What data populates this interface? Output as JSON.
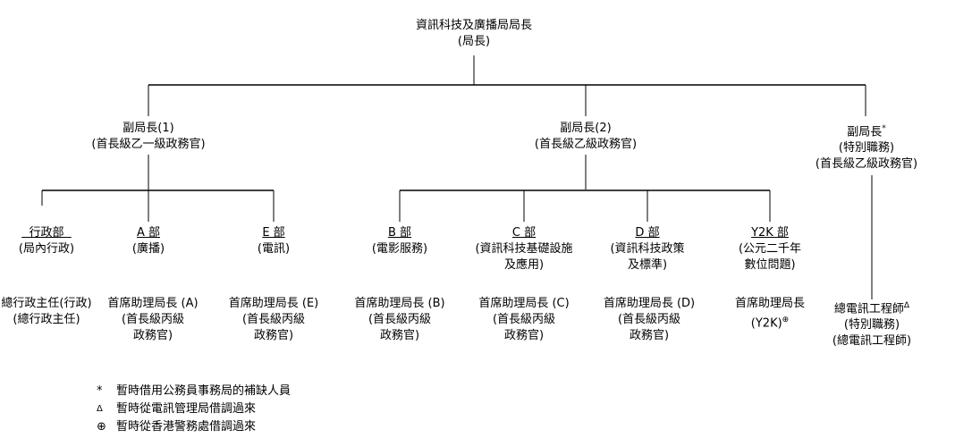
{
  "chart_data": {
    "type": "org-chart",
    "root": {
      "title": "資訊科技及廣播局局長",
      "subtitle": "(局長)"
    },
    "deputies": [
      {
        "title": "副局長(1)",
        "rank": "(首長級乙一級政務官)",
        "divisions": [
          {
            "name": "行政部",
            "desc": [
              "(局內行政)"
            ],
            "head": [
              "總行政主任(行政)",
              "(總行政主任)"
            ]
          },
          {
            "name": "A 部",
            "desc": [
              "(廣播)"
            ],
            "head": [
              "首席助理局長 (A)",
              "(首長級丙級",
              "政務官)"
            ]
          },
          {
            "name": "E 部",
            "desc": [
              "(電訊)"
            ],
            "head": [
              "首席助理局長 (E)",
              "(首長級丙級",
              "政務官)"
            ]
          }
        ]
      },
      {
        "title": "副局長(2)",
        "rank": "(首長級乙級政務官)",
        "divisions": [
          {
            "name": "B 部",
            "desc": [
              "(電影服務)"
            ],
            "head": [
              "首席助理局長 (B)",
              "(首長級丙級",
              "政務官)"
            ]
          },
          {
            "name": "C 部",
            "desc": [
              "(資訊科技基礎設施",
              "及應用)"
            ],
            "head": [
              "首席助理局長 (C)",
              "(首長級丙級",
              "政務官)"
            ]
          },
          {
            "name": "D 部",
            "desc": [
              "(資訊科技政策",
              "及標準)"
            ],
            "head": [
              "首席助理局長 (D)",
              "(首長級丙級",
              "政務官)"
            ]
          },
          {
            "name": "Y2K 部",
            "desc": [
              "(公元二千年",
              "數位問題)"
            ],
            "head": [
              "首席助理局長",
              "(Y2K)"
            ],
            "head_mark": "⊕"
          }
        ]
      },
      {
        "title": "副局長",
        "title_mark": "*",
        "rank_lines": [
          "(特別職務)",
          "(首長級乙級政務官)"
        ],
        "report": {
          "lines": [
            "總電訊工程師",
            "(特別職務)",
            "(總電訊工程師)"
          ],
          "mark": "Δ"
        }
      }
    ],
    "legend": [
      {
        "symbol": "*",
        "text": "暫時借用公務員事務局的補缺人員"
      },
      {
        "symbol": "Δ",
        "text": "暫時從電訊管理局借調過來"
      },
      {
        "symbol": "⊕",
        "text": "暫時從香港警務處借調過來"
      }
    ]
  }
}
